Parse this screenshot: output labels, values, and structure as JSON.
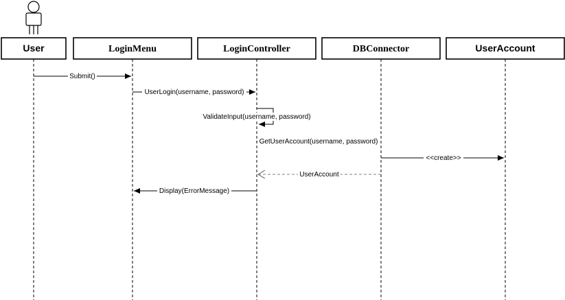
{
  "lifelines": [
    {
      "id": "user",
      "name": "User",
      "serif": false
    },
    {
      "id": "loginmenu",
      "name": "LoginMenu",
      "serif": true
    },
    {
      "id": "logincontroller",
      "name": "LoginController",
      "serif": true
    },
    {
      "id": "dbconnector",
      "name": "DBConnector",
      "serif": true
    },
    {
      "id": "useraccount",
      "name": "UserAccount",
      "serif": false
    }
  ],
  "messages": [
    {
      "from": "user",
      "to": "loginmenu",
      "label": "Submit()",
      "kind": "sync"
    },
    {
      "from": "loginmenu",
      "to": "logincontroller",
      "label": "UserLogin(username, password)",
      "kind": "sync"
    },
    {
      "from": "logincontroller",
      "to": "logincontroller",
      "label": "ValidateInput(username, password)",
      "kind": "self"
    },
    {
      "from": "logincontroller",
      "to": "dbconnector",
      "label": "GetUserAccount(username, password)",
      "kind": "sync"
    },
    {
      "from": "dbconnector",
      "to": "useraccount",
      "label": "<<create>>",
      "kind": "sync"
    },
    {
      "from": "dbconnector",
      "to": "logincontroller",
      "label": "UserAccount",
      "kind": "return"
    },
    {
      "from": "logincontroller",
      "to": "loginmenu",
      "label": "Display(ErrorMessage)",
      "kind": "sync"
    }
  ]
}
